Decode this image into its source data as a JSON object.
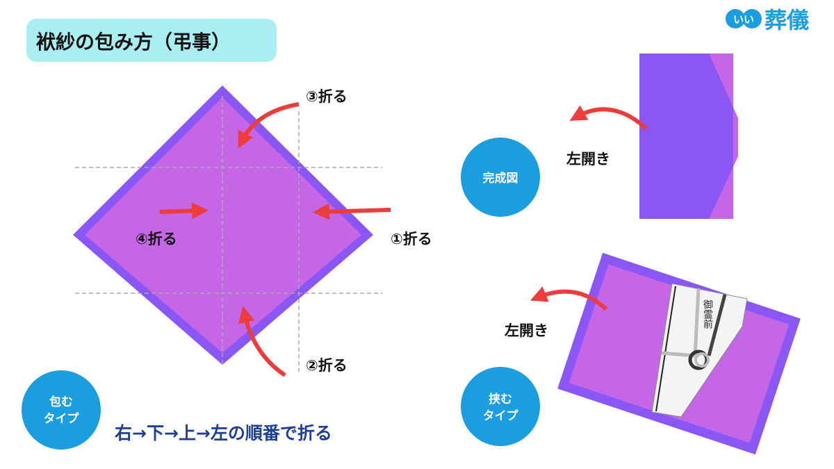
{
  "title": "袱紗の包み方（弔事）",
  "logo": {
    "mark": "いい",
    "text": "葬儀"
  },
  "steps": {
    "s1": "①折る",
    "s2": "②折る",
    "s3": "③折る",
    "s4": "④折る"
  },
  "wrap_type": {
    "line1": "包む",
    "line2": "タイプ"
  },
  "sequence": "右→下→上→左の順番で折る",
  "completed": {
    "badge": "完成図",
    "opening": "左開き"
  },
  "sandwich_type": {
    "line1": "挟む",
    "line2": "タイプ",
    "opening": "左開き",
    "envelope_text": "御霊前"
  },
  "colors": {
    "purple_border": "#8a56f5",
    "purple_fill": "#c466e6",
    "arrow": "#ee3b3b",
    "badge": "#1b9ee0",
    "title_bg": "#aaeef2",
    "sequence_text": "#1d3f96"
  }
}
